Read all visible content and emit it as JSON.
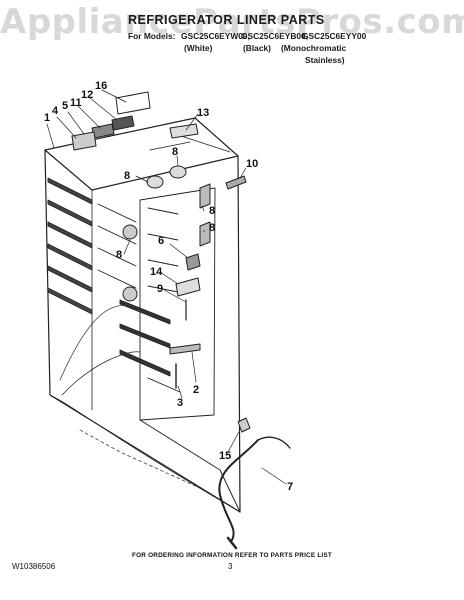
{
  "watermark": "AppliancePartsPros.com",
  "title": "REFRIGERATOR LINER PARTS",
  "models": {
    "prefix": "For Models:",
    "model_1": "GSC25C6EYW00,",
    "model_2": "GSC25C6EYB00,",
    "model_3": "GSC25C6EYY00",
    "color_1": "(White)",
    "color_2": "(Black)",
    "color_3a": "(Monochromatic",
    "color_3b": "Stainless)"
  },
  "callouts": [
    "16",
    "12",
    "11",
    "5",
    "4",
    "1",
    "13",
    "8",
    "10",
    "8",
    "8",
    "8",
    "6",
    "8",
    "14",
    "9",
    "2",
    "3",
    "15",
    "7"
  ],
  "footer": {
    "ordering_note": "FOR ORDERING INFORMATION REFER TO PARTS PRICE LIST",
    "doc_number": "W10386506",
    "page_number": "3"
  }
}
